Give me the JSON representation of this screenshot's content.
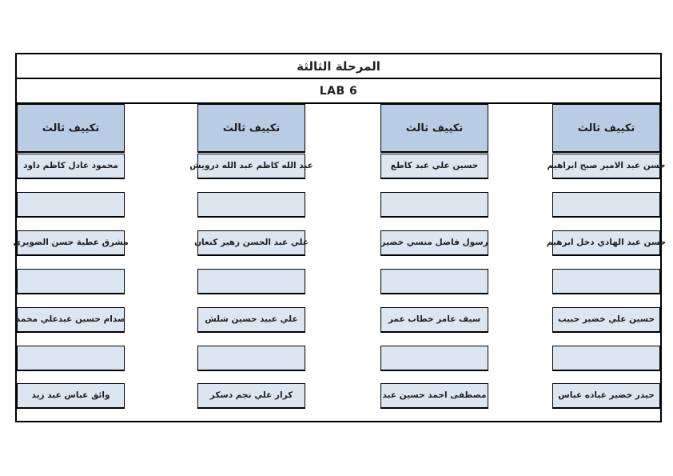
{
  "document": {
    "title": "المرحلة الثالثة",
    "lab_label": "LAB 6"
  },
  "columns": [
    {
      "header": "تكييف ثالث",
      "slots": [
        "محمود عادل كاظم داود",
        "",
        "مشرق عطية حسن الضويري",
        "",
        "صدام حسين عبدعلي محمد",
        "",
        "وائق عباس عبد زيد"
      ]
    },
    {
      "header": "تكييف ثالث",
      "slots": [
        "عبد الله كاظم عبد الله درويش",
        "",
        "علي عبد الحسن زهير كنعان",
        "",
        "علي عبيد حسين شلش",
        "",
        "كرار علي نجم دسكر"
      ]
    },
    {
      "header": "تكييف ثالث",
      "slots": [
        "حسين علي عبد كاطع",
        "",
        "رسول فاضل منسي خضير",
        "",
        "سيف عامر خطاب عمر",
        "",
        "مصطفى احمد حسين عبد"
      ]
    },
    {
      "header": "تكييف ثالث",
      "slots": [
        "حسن عبد الامير صبح ابراهيم",
        "",
        "حسن عبد الهادي دخل ابرهيم",
        "",
        "حسين علي خضير حبيب",
        "",
        "حيدر خضير عباده عباس"
      ]
    }
  ],
  "colors": {
    "header_fill": "#b8cce4",
    "slot_fill": "#dce6f1",
    "border": "#000000"
  }
}
